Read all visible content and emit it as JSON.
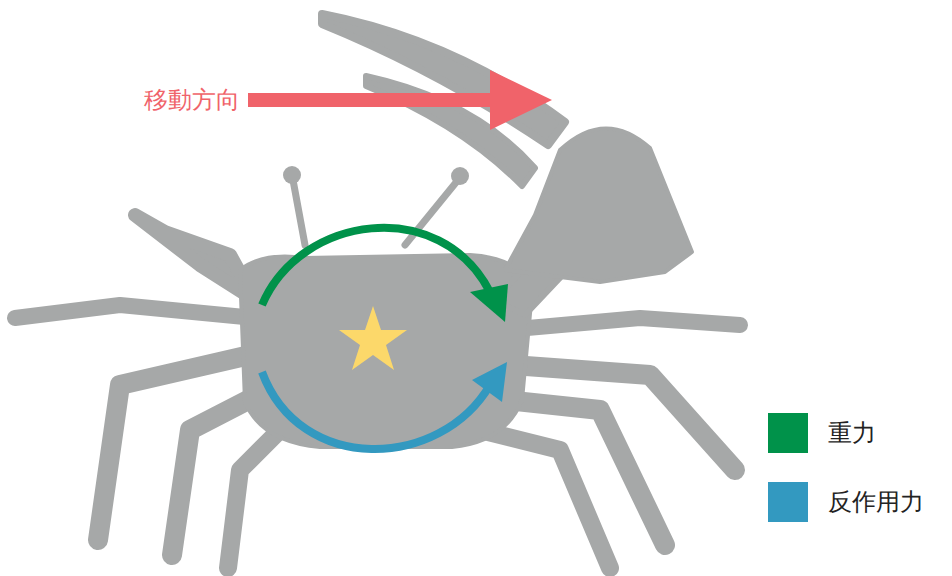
{
  "diagram": {
    "labels": [
      "移動方向"
    ],
    "legend": [
      {
        "text": "重力",
        "color": "#00924a"
      },
      {
        "text": "反作用力",
        "color": "#3399c0"
      }
    ]
  }
}
